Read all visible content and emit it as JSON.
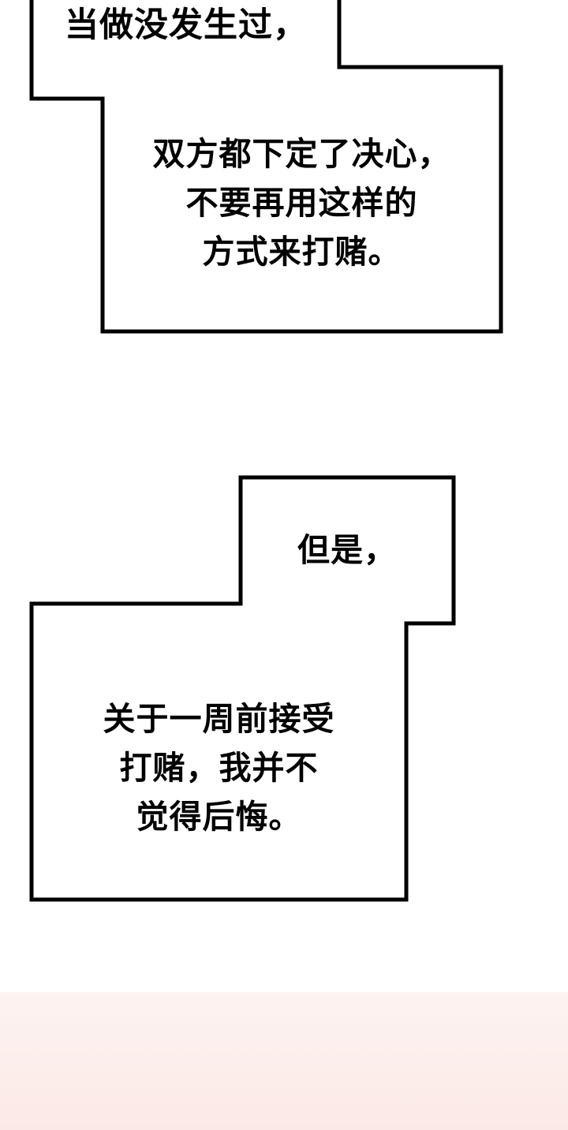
{
  "page": {
    "bubbles": [
      {
        "lines": [
          "当做没发生过，"
        ]
      },
      {
        "lines": [
          "双方都下定了决心，",
          "不要再用这样的",
          "方式来打赌。"
        ]
      },
      {
        "lines": [
          "但是，"
        ]
      },
      {
        "lines": [
          "关于一周前接受",
          "打赌，我并不",
          "觉得后悔。"
        ]
      }
    ],
    "colors": {
      "ink": "#000000",
      "paper": "#ffffff",
      "footer_tint": "#fbe9e6"
    }
  }
}
